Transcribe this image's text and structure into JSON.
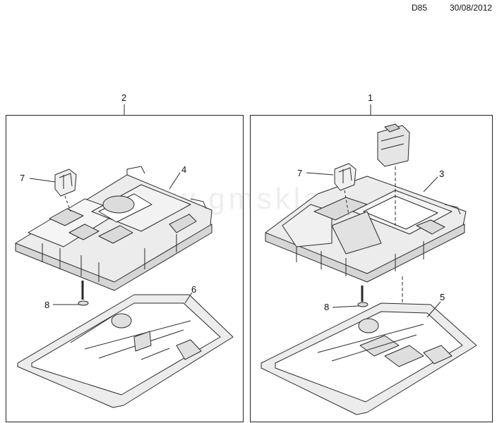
{
  "header": {
    "code": "D85",
    "date": "30/08/2012"
  },
  "panels": {
    "left": {
      "number": "2"
    },
    "right": {
      "number": "1"
    }
  },
  "callouts": {
    "left_clip": "7",
    "left_console": "4",
    "left_screw": "8",
    "left_frame": "6",
    "right_clip": "7",
    "right_console": "3",
    "right_screw": "8",
    "right_frame": "5"
  },
  "watermark": "www.gmsklad.ru",
  "colors": {
    "line": "#2a2a2a",
    "fill": "#e9e9e9",
    "shade": "#cfcfcf"
  }
}
